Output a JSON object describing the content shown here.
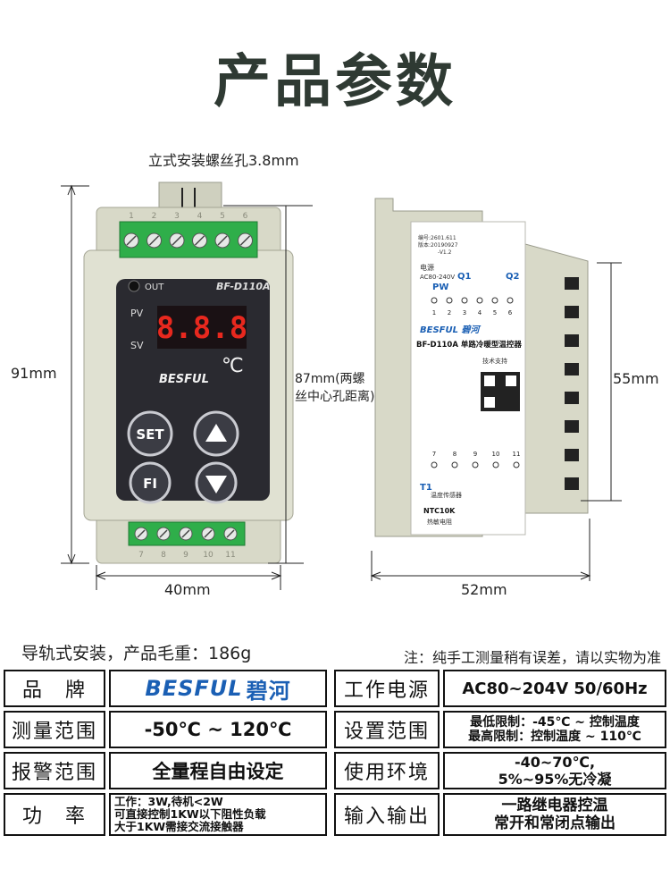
{
  "title": "产品参数",
  "dimensions": {
    "screw_hole": "立式安装螺丝孔3.8mm",
    "height_total": "91mm",
    "hole_distance_line1": "87mm(两螺",
    "hole_distance_line2": "丝中心孔距离)",
    "width_front": "40mm",
    "side_height": "55mm",
    "side_width": "52mm"
  },
  "device_front": {
    "terminal_numbers_top": [
      "1",
      "2",
      "3",
      "4",
      "5",
      "6"
    ],
    "terminal_numbers_bottom": [
      "7",
      "8",
      "9",
      "10",
      "11"
    ],
    "out_label": "OUT",
    "model": "BF-D110A",
    "pv_label": "PV",
    "sv_label": "SV",
    "display": "8.8.8",
    "unit": "℃",
    "brand": "BESFUL",
    "buttons": [
      "SET",
      "FI"
    ]
  },
  "device_side": {
    "lines_small": [
      "编号:2601.611",
      "版本:20190927",
      "-V1.2"
    ],
    "power_label": "电源",
    "power_value": "AC80-240V",
    "pw": "PW",
    "q1": "Q1",
    "q2": "Q2",
    "brand": "BESFUL 碧河",
    "model_line": "BF-D110A 单路冷暖型温控器",
    "support_label": "技术支持",
    "t1": "T1",
    "sensor_label": "温度传感器",
    "ntc": "NTC10K",
    "ntc_sub": "热敏电阻",
    "terminals_top": [
      "1",
      "2",
      "3",
      "4",
      "5",
      "6"
    ],
    "terminals_bottom": [
      "7",
      "8",
      "9",
      "10",
      "11"
    ]
  },
  "meta": {
    "install": "导轨式安装，产品毛重：186g",
    "note": "注：纯手工测量稍有误差，请以实物为准"
  },
  "specs": [
    {
      "k1": "品　牌",
      "v1_brand": "BESFUL",
      "v1_brand_cn": "碧河",
      "k2": "工作电源",
      "v2": "AC80~204V 50/60Hz"
    },
    {
      "k1": "测量范围",
      "v1": "-50℃ ~ 120℃",
      "k2": "设置范围",
      "v2_lines": [
        "最低限制：-45℃ ~ 控制温度",
        "最高限制：控制温度 ~ 110℃"
      ]
    },
    {
      "k1": "报警范围",
      "v1": "全量程自由设定",
      "k2": "使用环境",
      "v2_lines": [
        "-40~70℃,",
        "5%~95%无冷凝"
      ]
    },
    {
      "k1": "功　率",
      "v1_lines": [
        "工作：3W,待机<2W",
        "可直接控制1KW以下阻性负载",
        "大于1KW需接交流接触器"
      ],
      "k2": "输入输出",
      "v2_lines": [
        "一路继电器控温",
        "常开和常闭点输出"
      ]
    }
  ],
  "colors": {
    "title": "#2f3a33",
    "housing": "#d8d9c8",
    "panel": "#2a2a30",
    "terminal_green": "#2fae4a",
    "led_red": "#e8281e",
    "brand_blue": "#1a5fb4"
  }
}
